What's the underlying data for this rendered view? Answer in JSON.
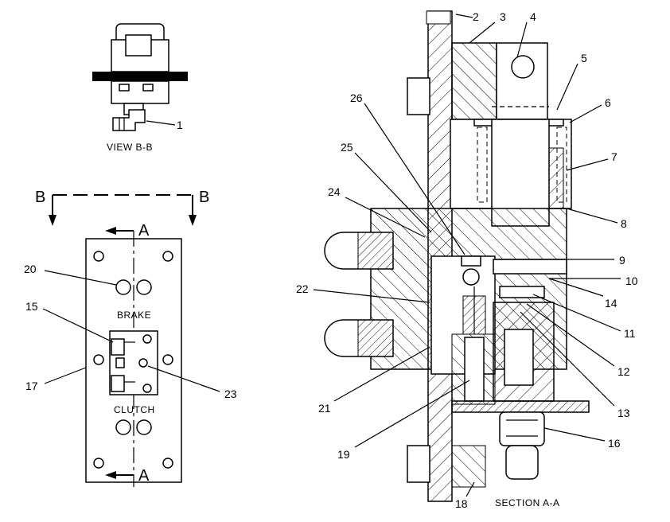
{
  "view_bb": {
    "caption": "VIEW B-B"
  },
  "section_aa": {
    "caption": "SECTION A-A"
  },
  "section_markers": {
    "b_left": "B",
    "b_right": "B",
    "a_top": "A",
    "a_bottom": "A"
  },
  "panel_labels": {
    "brake": "BRAKE",
    "clutch": "CLUTCH"
  },
  "callouts": [
    "1",
    "2",
    "3",
    "4",
    "5",
    "6",
    "7",
    "8",
    "9",
    "10",
    "11",
    "12",
    "13",
    "14",
    "15",
    "16",
    "17",
    "18",
    "19",
    "20",
    "21",
    "22",
    "23",
    "24",
    "25",
    "26"
  ]
}
